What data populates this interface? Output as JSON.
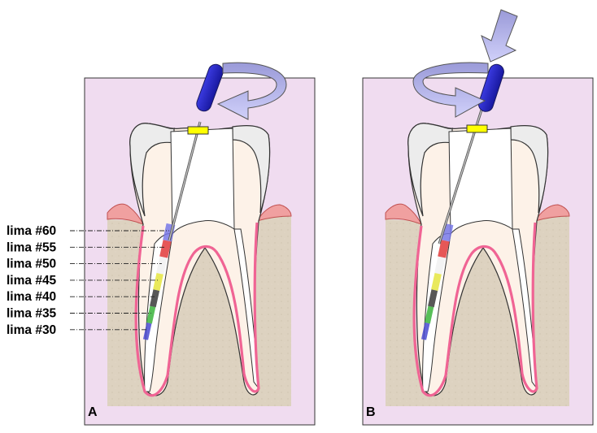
{
  "panels": [
    {
      "label": "A"
    },
    {
      "label": "B"
    }
  ],
  "file_sizes": [
    {
      "label": "lima #60",
      "color": "#7878e8"
    },
    {
      "label": "lima #55",
      "color": "#e23a3a"
    },
    {
      "label": "lima #50",
      "color": "#f2f2f2"
    },
    {
      "label": "lima #45",
      "color": "#e6e640"
    },
    {
      "label": "lima #40",
      "color": "#3a3a3a"
    },
    {
      "label": "lima #35",
      "color": "#3cb43c"
    },
    {
      "label": "lima #30",
      "color": "#4a4ad0"
    }
  ],
  "colors": {
    "panel_bg": "#f0dcf0",
    "bone": "#ddd2c0",
    "gum": "#f08c8c",
    "pulp_outline": "#f06494",
    "enamel": "#ececec",
    "dentin": "#fdf0e6",
    "handle": "#2828c8",
    "stopper": "#ffff00",
    "arrow_fill": "#b4b4f0"
  },
  "icons": [
    "rotation-arrow-icon",
    "downward-pressure-arrow-icon",
    "endodontic-file-icon"
  ]
}
